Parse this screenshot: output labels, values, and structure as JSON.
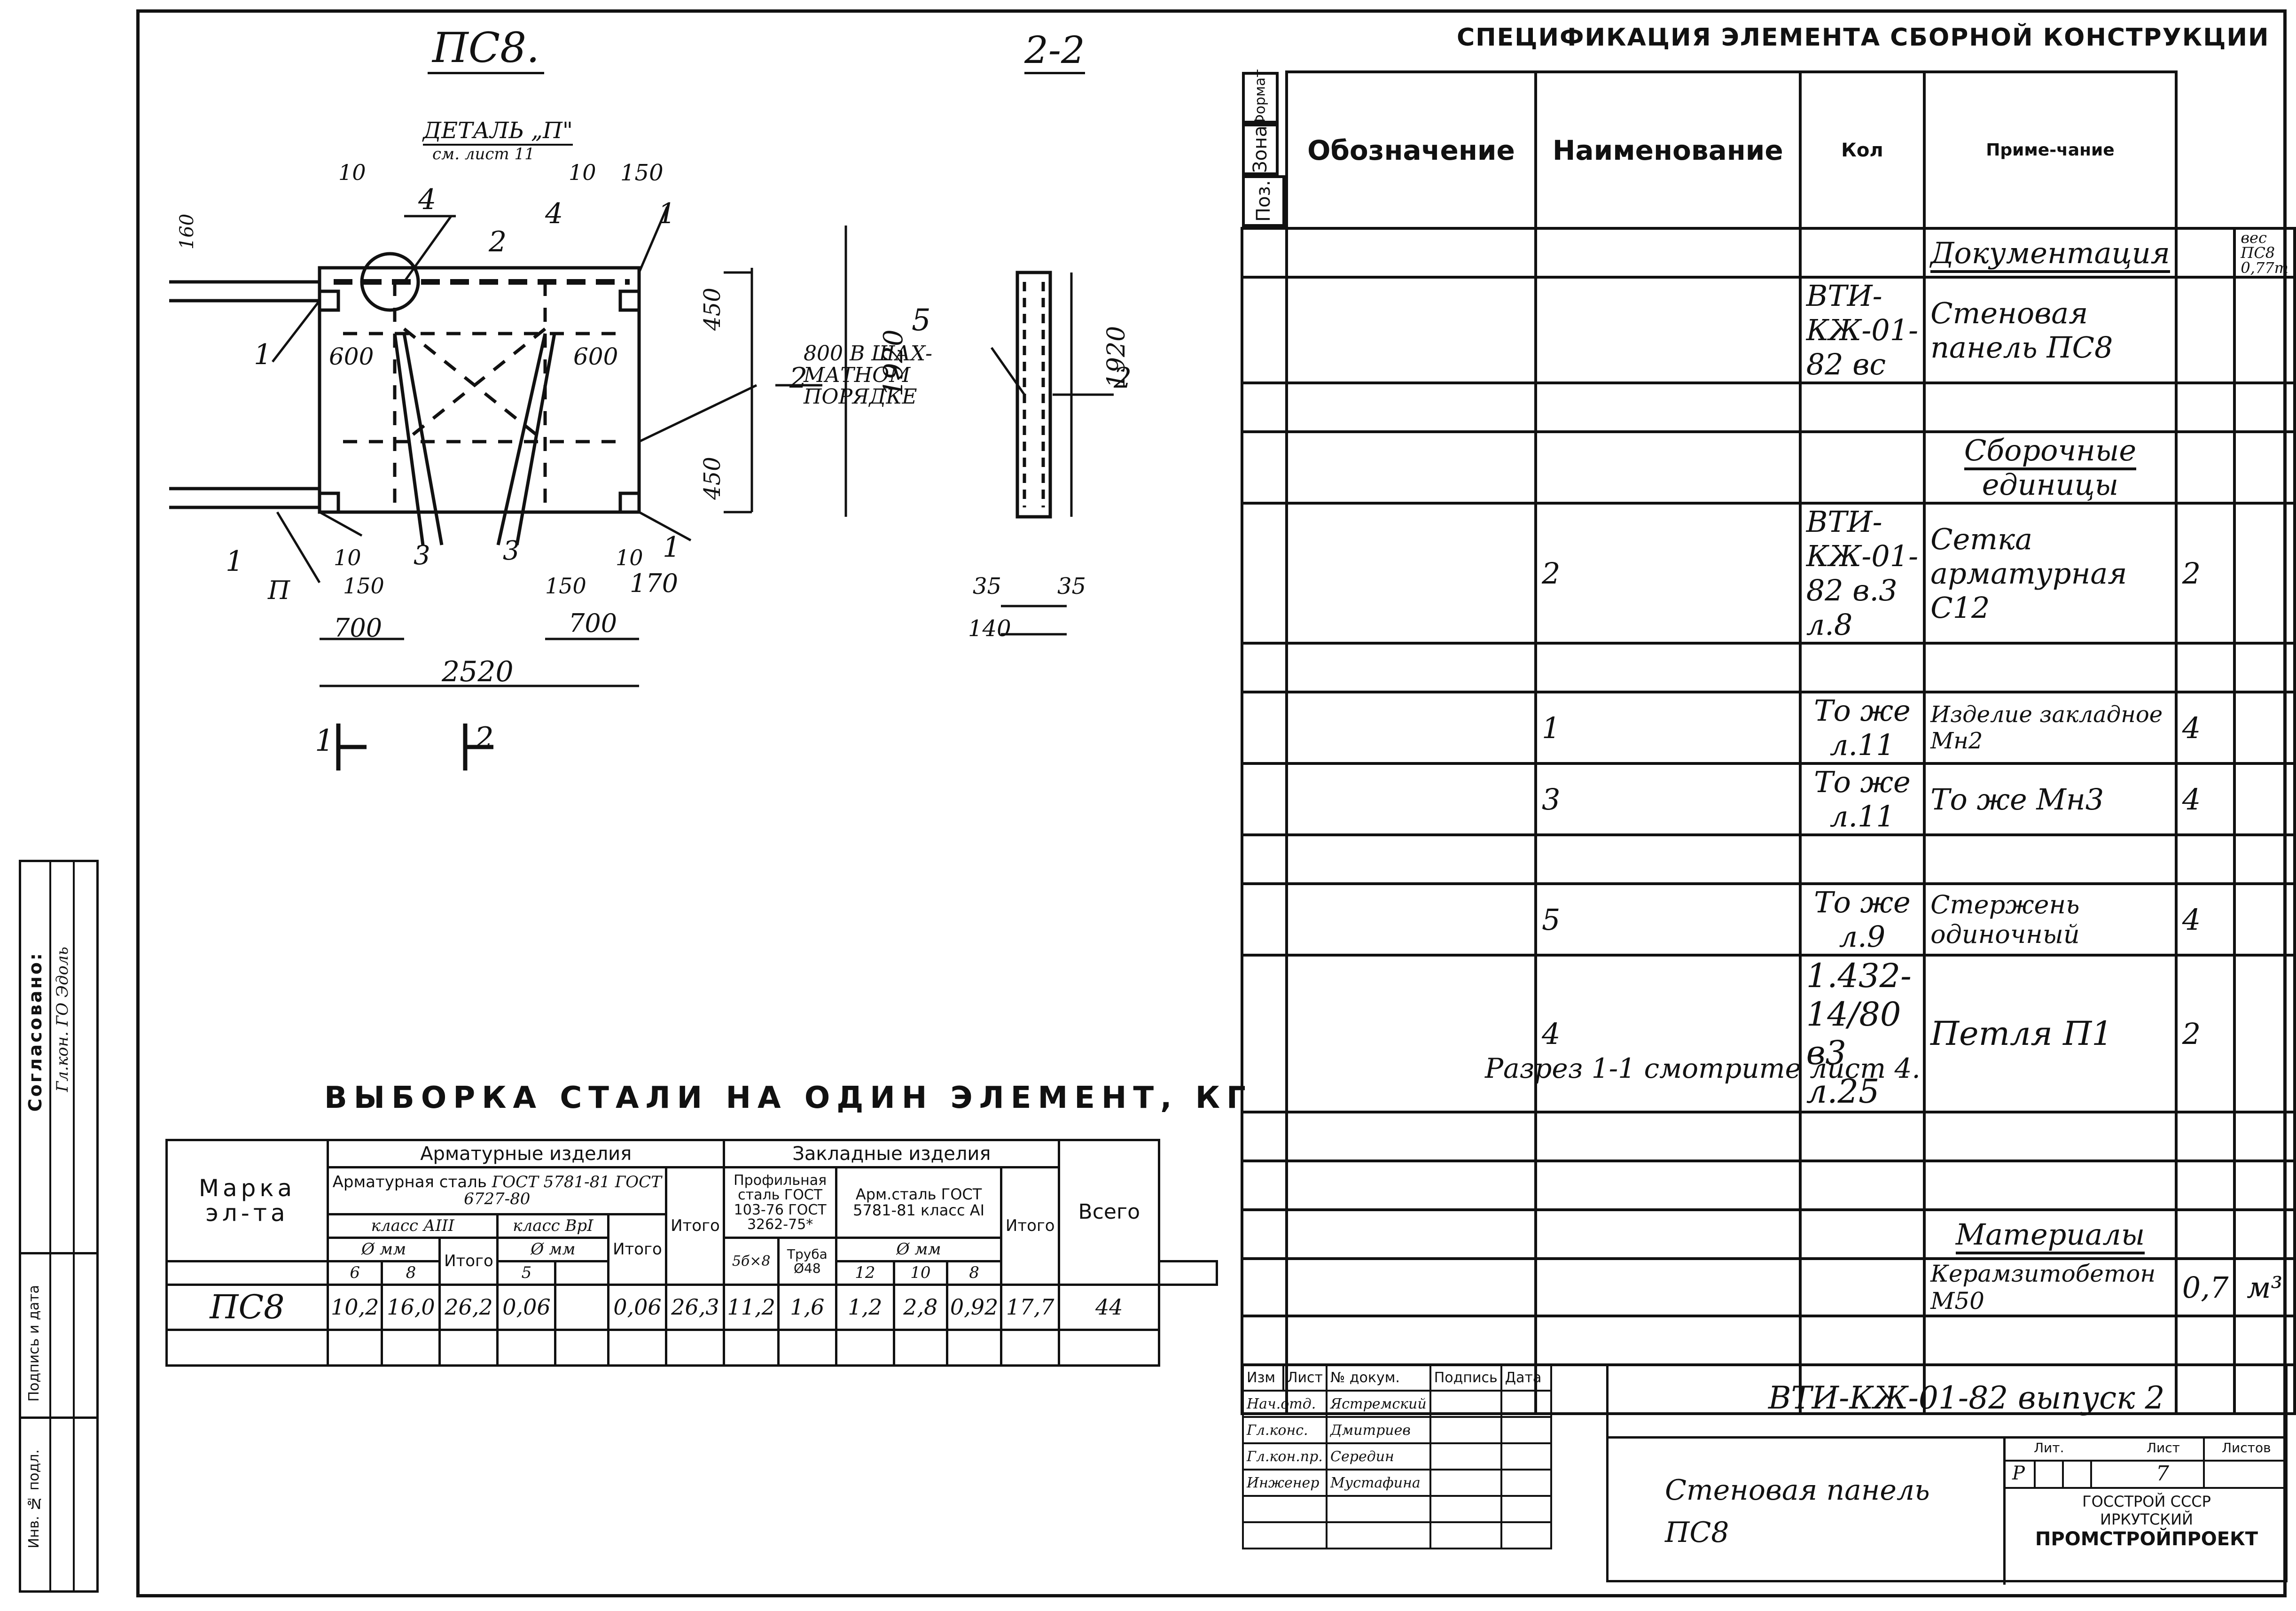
{
  "drawing": {
    "view_a_title": "ПС8.",
    "view_b_title": "2-2",
    "detail_label": "ДЕТАЛЬ „П\"",
    "detail_sublabel": "см. лист 11",
    "note_bars": "800 В ШАХ-МАТНОМ ПОРЯДКЕ",
    "dims": {
      "d10": "10",
      "d150": "150",
      "d450": "450",
      "d1920": "1920",
      "d600": "600",
      "d700": "700",
      "d2520": "2520",
      "d170": "170",
      "d160": "160",
      "d35": "35",
      "d140": "140",
      "d4": "4"
    },
    "positions": {
      "p1": "1",
      "p2": "2",
      "p3": "3",
      "p4": "4",
      "p5": "5",
      "p1a": "1",
      "p2a": "2"
    },
    "callout_p": "П"
  },
  "spec": {
    "title": "СПЕЦИФИКАЦИЯ ЭЛЕМЕНТА СБОРНОЙ КОНСТРУКЦИИ",
    "headers": {
      "format": "Формат",
      "zone": "Зона",
      "pos": "Поз.",
      "designation": "Обозначение",
      "name": "Наименование",
      "qty": "Кол",
      "note": "Приме-чание"
    },
    "rows": [
      {
        "pos": "",
        "designation": "",
        "name": "Документация",
        "qty": "",
        "note": "вес ПС8 0,77т",
        "section": true
      },
      {
        "pos": "",
        "designation": "ВТИ-КЖ-01-82 вс",
        "name": "Стеновая панель ПС8",
        "qty": "",
        "note": ""
      },
      {
        "pos": "",
        "designation": "",
        "name": "",
        "qty": "",
        "note": ""
      },
      {
        "pos": "",
        "designation": "",
        "name": "Сборочные единицы",
        "qty": "",
        "note": "",
        "section": true
      },
      {
        "pos": "2",
        "designation": "ВТИ-КЖ-01-82 в.3 л.8",
        "name": "Сетка арматурная С12",
        "qty": "2",
        "note": ""
      },
      {
        "pos": "",
        "designation": "",
        "name": "",
        "qty": "",
        "note": ""
      },
      {
        "pos": "1",
        "designation": "То же л.11",
        "name": "Изделие закладное Мн2",
        "qty": "4",
        "note": ""
      },
      {
        "pos": "3",
        "designation": "То же л.11",
        "name": "То же Мн3",
        "qty": "4",
        "note": ""
      },
      {
        "pos": "",
        "designation": "",
        "name": "",
        "qty": "",
        "note": ""
      },
      {
        "pos": "5",
        "designation": "То же л.9",
        "name": "Стержень одиночный",
        "qty": "4",
        "note": ""
      },
      {
        "pos": "4",
        "designation": "1.432-14/80 в3 л.25",
        "name": "Петля П1",
        "qty": "2",
        "note": ""
      },
      {
        "pos": "",
        "designation": "",
        "name": "",
        "qty": "",
        "note": ""
      },
      {
        "pos": "",
        "designation": "",
        "name": "",
        "qty": "",
        "note": ""
      },
      {
        "pos": "",
        "designation": "",
        "name": "Материалы",
        "qty": "",
        "note": "",
        "section": true
      },
      {
        "pos": "",
        "designation": "",
        "name": "Керамзитобетон М50",
        "qty": "0,7",
        "note": "м³"
      },
      {
        "pos": "",
        "designation": "",
        "name": "",
        "qty": "",
        "note": ""
      },
      {
        "pos": "",
        "designation": "",
        "name": "",
        "qty": "",
        "note": ""
      }
    ],
    "section_note": "Разрез 1-1 смотрите лист 4."
  },
  "steel": {
    "title": "ВЫБОРКА СТАЛИ НА ОДИН ЭЛЕМЕНТ, КГ",
    "h_mark": "Марка эл-та",
    "h_armatur": "Арматурные изделия",
    "h_zaklad": "Закладные изделия",
    "h_vsego": "Всего",
    "h_armstal": "Арматурная сталь",
    "h_gost1": "ГОСТ 5781-81 ГОСТ 6727-80",
    "h_itogo": "Итого",
    "h_klassA3": "класс АIII",
    "h_klassBp1": "класс ВрI",
    "h_prof": "Профильная сталь ГОСТ 103-76 ГОСТ 3262-75*",
    "h_armstal2": "Арм.сталь ГОСТ 5781-81 класс АI",
    "h_dmm": "Ø мм",
    "h_d6": "6",
    "h_d8": "8",
    "h_d5": "5",
    "h_d12": "12",
    "h_d10": "10",
    "h_d8b": "8",
    "h_sec": "5б×8",
    "h_truba": "Труба Ø48",
    "row": {
      "mark": "ПС8",
      "a6": "10,2",
      "a8": "16,0",
      "a_itogo": "26,2",
      "b5": "0,06",
      "b_itogo": "0,06",
      "itogo": "26,3",
      "prof": "11,2",
      "truba": "1,6",
      "r12": "1,2",
      "r10": "2,8",
      "r8": "0,92",
      "z_itogo": "17,7",
      "vsego": "44"
    }
  },
  "title_block": {
    "code": "ВТИ-КЖ-01-82 выпуск 2",
    "name": "Стеновая панель ПС8",
    "h_izm": "Изм",
    "h_list": "Лист",
    "h_doc": "№ докум.",
    "h_sign": "Подпись",
    "h_date": "Дата",
    "people": [
      {
        "role": "Нач.отд.",
        "name": "Ястремский"
      },
      {
        "role": "Гл.конс.",
        "name": "Дмитриев"
      },
      {
        "role": "Гл.кон.пр.",
        "name": "Середин"
      },
      {
        "role": "Инженер",
        "name": "Мустафина"
      }
    ],
    "h_lit": "Лит.",
    "h_sheet": "Лист",
    "h_sheets": "Листов",
    "lit": "Р",
    "sheet": "7",
    "org1": "ГОССТРОЙ СССР",
    "org2": "ИРКУТСКИЙ",
    "org3": "ПРОМСТРОЙПРОЕКТ"
  },
  "side_stamp": {
    "agreed": "Согласовано:",
    "agreed_by": "Гл.кон. ГО Эдоль",
    "inv": "Инв. № подл.",
    "sign_date": "Подпись и дата"
  }
}
